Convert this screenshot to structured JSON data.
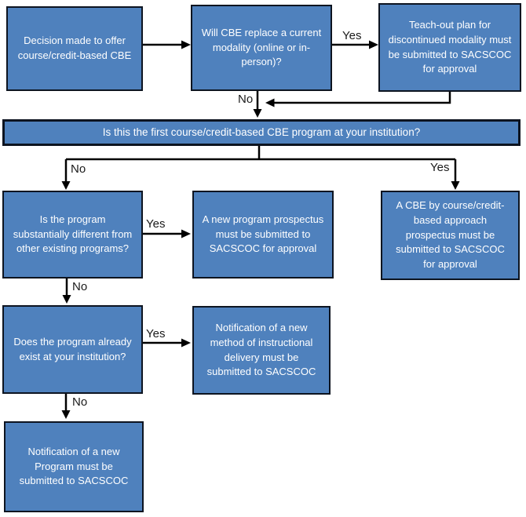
{
  "diagram": {
    "type": "flowchart",
    "background_color": "#ffffff",
    "colors": {
      "node_fill": "#4f81bd",
      "node_border": "#0d1420",
      "node_text": "#ffffff",
      "connector": "#000000",
      "edge_label_text": "#1a1a1a"
    },
    "nodes": {
      "decision_offer": "Decision made to offer course/credit-based CBE",
      "replace_modality": "Will CBE replace a current modality (online or in-person)?",
      "teach_out_plan": "Teach-out plan for discontinued modality must be submitted to SACSCOC for approval",
      "first_program_question": "Is this the first course/credit-based CBE program at your institution?",
      "substantially_different": "Is the program substantially different from other existing programs?",
      "new_program_prospectus": "A new program prospectus must be submitted to SACSCOC for approval",
      "cbe_approach_prospectus": "A CBE by course/credit-based approach prospectus must be submitted to SACSCOC for approval",
      "already_exists": "Does the program already exist at your institution?",
      "notification_new_method": "Notification of a new method of instructional delivery must be submitted to SACSCOC",
      "notification_new_program": "Notification of a new Program must be submitted to SACSCOC"
    },
    "edge_labels": {
      "replace_yes": "Yes",
      "replace_no": "No",
      "first_no": "No",
      "first_yes": "Yes",
      "different_yes": "Yes",
      "different_no": "No",
      "exists_yes": "Yes",
      "exists_no": "No"
    }
  }
}
